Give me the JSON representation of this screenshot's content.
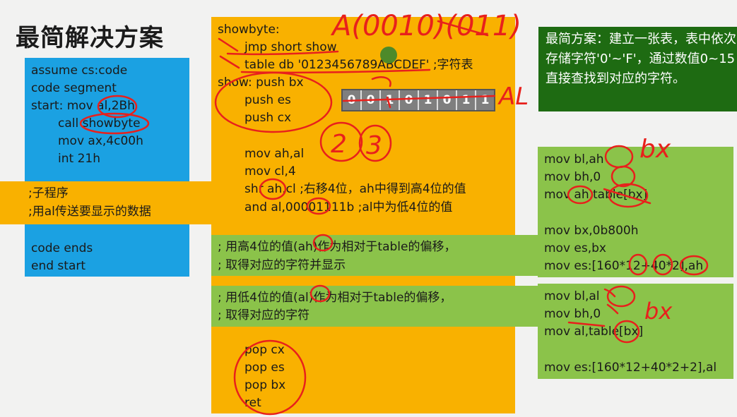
{
  "title": "最简解决方案",
  "left_block": {
    "lines": [
      "assume cs:code",
      "code segment",
      "start:  mov al,2Bh",
      "call showbyte",
      "mov ax,4c00h",
      "int 21h"
    ],
    "end_lines": [
      "code ends",
      "end start"
    ]
  },
  "subroutine_comment": [
    ";子程序",
    ";用al传送要显示的数据"
  ],
  "center_block": {
    "header": "showbyte:",
    "lines1": [
      "jmp short show",
      "table db '0123456789ABCDEF'   ;字符表",
      "show:   push bx",
      "push es",
      "push cx"
    ],
    "lines2": [
      "mov ah,al",
      "mov cl,4",
      "shr ah,cl   ;右移4位，ah中得到高4位的值",
      "and al,00001111b   ;al中为低4位的值"
    ],
    "lines3": [
      "pop cx",
      "pop es",
      "pop bx",
      "ret"
    ]
  },
  "bit_boxes": [
    "0",
    "0",
    "1",
    "0",
    "1",
    "0",
    "1",
    "1"
  ],
  "green_comment_1": [
    "; 用高4位的值(ah)作为相对于table的偏移，",
    "; 取得对应的字符并显示"
  ],
  "green_comment_2": [
    "; 用低4位的值(al)作为相对于table的偏移，",
    "; 取得对应的字符"
  ],
  "right_block_1": [
    "mov bl,ah",
    "mov bh,0",
    "mov ah,table[bx]",
    "",
    "mov bx,0b800h",
    "mov es,bx",
    "mov es:[160*12+40*2],ah"
  ],
  "right_block_2": [
    "mov bl,al",
    "mov bh,0",
    "mov al,table[bx]",
    "",
    "mov es:[160*12+40*2+2],al"
  ],
  "dark_note": "最简方案：建立一张表，表中依次存储字符'0'~'F'，通过数值0~15直接查找到对应的字符。",
  "handwriting": {
    "top": "A(0010)(011)",
    "al": "AL",
    "bx1": "bx",
    "bx2": "bx",
    "num_2": "2",
    "num_3": "3"
  },
  "colors": {
    "blue": "#1ba1e2",
    "orange": "#f9b100",
    "green": "#8bc34a",
    "dark_green": "#1e6b12",
    "ink_red": "#e8201c"
  }
}
